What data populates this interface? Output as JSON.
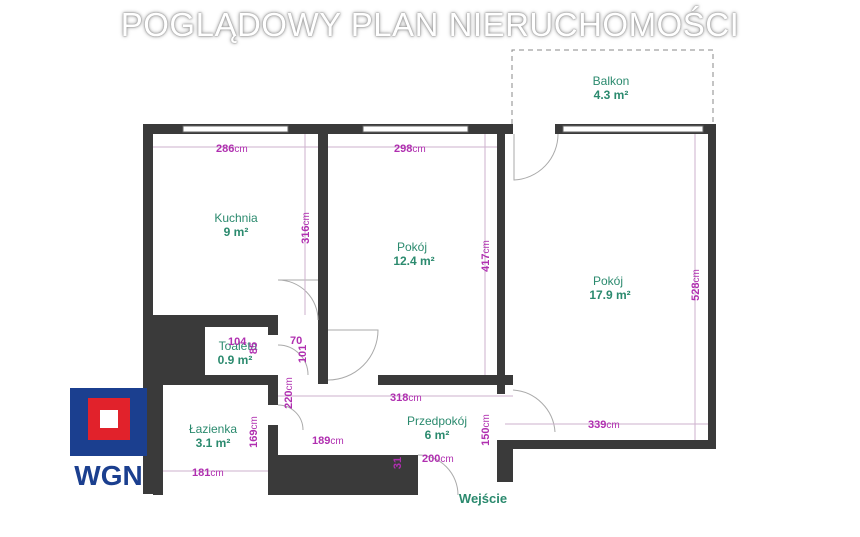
{
  "title": "POGLĄDOWY PLAN NIERUCHOMOŚCI",
  "unit": "cm",
  "rooms": {
    "balkon": {
      "name": "Balkon",
      "area": "4.3 m²"
    },
    "kuchnia": {
      "name": "Kuchnia",
      "area": "9 m²"
    },
    "pokoj1": {
      "name": "Pokój",
      "area": "12.4 m²"
    },
    "pokoj2": {
      "name": "Pokój",
      "area": "17.9 m²"
    },
    "toaleta": {
      "name": "Toaleta",
      "area": "0.9 m²"
    },
    "lazienka": {
      "name": "Łazienka",
      "area": "3.1 m²"
    },
    "przedpokoj": {
      "name": "Przedpokój",
      "area": "6 m²"
    }
  },
  "dimensions": {
    "kuchnia_w": "286",
    "pokoj1_w": "298",
    "kuchnia_h": "316",
    "pokoj1_h": "417",
    "pokoj2_h": "528",
    "toaleta_w": "104",
    "toaleta_h": "85",
    "d70": "70",
    "d101": "101",
    "d220": "220",
    "d318": "318",
    "d339": "339",
    "d189": "189",
    "d169": "169",
    "d150": "150",
    "d31": "31",
    "d200": "200",
    "d181": "181"
  },
  "entrance": "Wejście",
  "logo": {
    "text": "WGN",
    "colors": {
      "blue": "#1b3f8f",
      "red": "#e1222b"
    }
  },
  "colors": {
    "wall": "#3a3a3a",
    "room_label": "#2b8a6e",
    "dimension": "#b02fb0"
  }
}
